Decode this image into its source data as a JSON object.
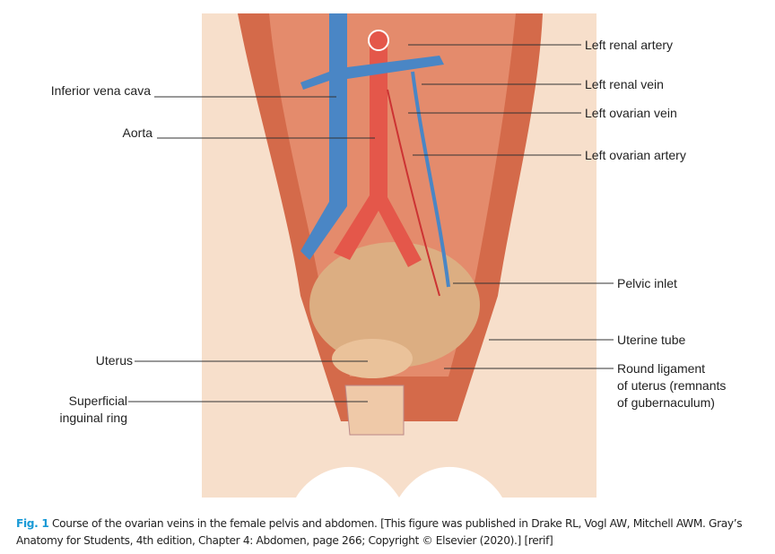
{
  "figure": {
    "labels_left": {
      "ivc": "Inferior vena cava",
      "aorta": "Aorta",
      "uterus": "Uterus",
      "inguinal_1": "Superficial",
      "inguinal_2": "inguinal ring"
    },
    "labels_right": {
      "renal_artery": "Left renal artery",
      "renal_vein": "Left renal vein",
      "ovarian_vein": "Left ovarian vein",
      "ovarian_artery": "Left ovarian artery",
      "pelvic_inlet": "Pelvic inlet",
      "uterine_tube": "Uterine tube",
      "round_1": "Round ligament",
      "round_2": "of uterus (remnants",
      "round_3": "of gubernaculum)"
    },
    "colors": {
      "skin": "#f7dfcb",
      "muscle": "#d46a4a",
      "vein": "#4a86c5",
      "artery": "#e4574a",
      "accent": "#1a9ad6"
    }
  },
  "caption": {
    "label": "Fig. 1",
    "text": " Course of the ovarian veins in the female pelvis and abdomen. [This figure was published in Drake RL, Vogl AW, Mitchell AWM. Gray’s Anatomy for Students, 4th edition, Chapter 4: Abdomen, page 266; Copyright © Elsevier (2020).] [rerif]"
  }
}
